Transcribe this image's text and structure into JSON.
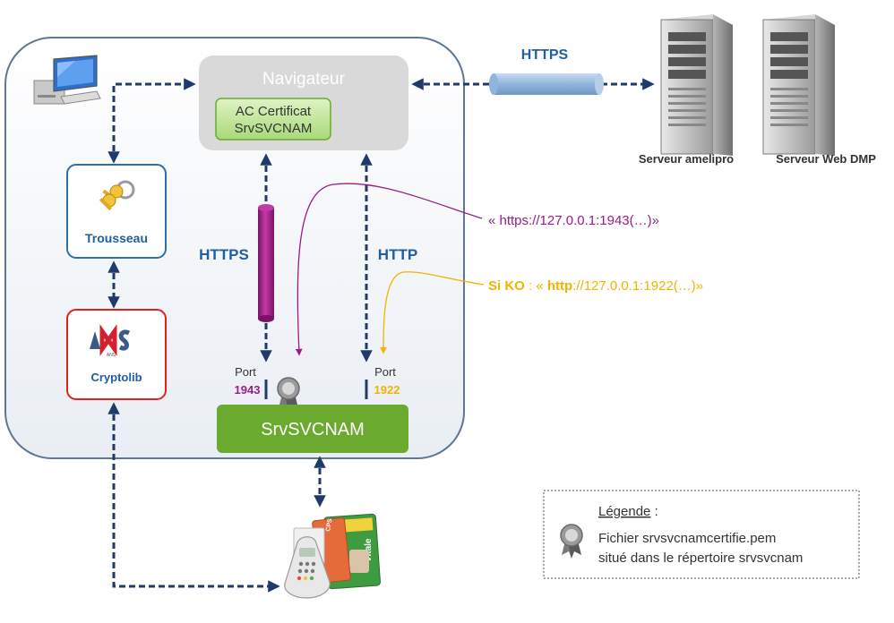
{
  "colors": {
    "frame": "#5f7791",
    "nav_box": "#d9d9d9",
    "green": "#6aaa2e",
    "https_blue": "#1f5fa3",
    "magenta": "#9b1c86",
    "orange": "#f2b300",
    "arrow": "#1f3a6b",
    "trousseau_border": "#2f6fa8",
    "cryptolib_border": "#e02020"
  },
  "navigator": {
    "title": "Navigateur",
    "cert_line1": "AC Certificat",
    "cert_line2": "SrvSVCNAM"
  },
  "https_top": "HTTPS",
  "servers": {
    "amelipro": "Serveur amelipro",
    "dmp": "Serveur Web DMP"
  },
  "trousseau": {
    "label": "Trousseau",
    "icon": "keys-icon"
  },
  "cryptolib": {
    "label": "Cryptolib",
    "logo_text": "ANS"
  },
  "https_side": "HTTPS",
  "http_side": "HTTP",
  "port_left": {
    "label": "Port",
    "number": "1943"
  },
  "port_right": {
    "label": "Port",
    "number": "1922"
  },
  "srvsvcnam": "SrvSVCNAM",
  "url_https": "« https://127.0.0.1:1943(…)»",
  "url_http": {
    "prefix_bold": "Si KO",
    "sep": " : « ",
    "scheme_bold": "http",
    "rest": "://127.0.0.1:1922(…)»"
  },
  "legend": {
    "title": "Légende",
    "title_suffix": " :",
    "line1": "Fichier srvsvcnamcertifie.pem",
    "line2": "situé dans le répertoire srvsvcnam",
    "icon": "certificate-rosette-icon"
  },
  "card_labels": {
    "cps": "CPS",
    "vitale": "Vitale"
  }
}
